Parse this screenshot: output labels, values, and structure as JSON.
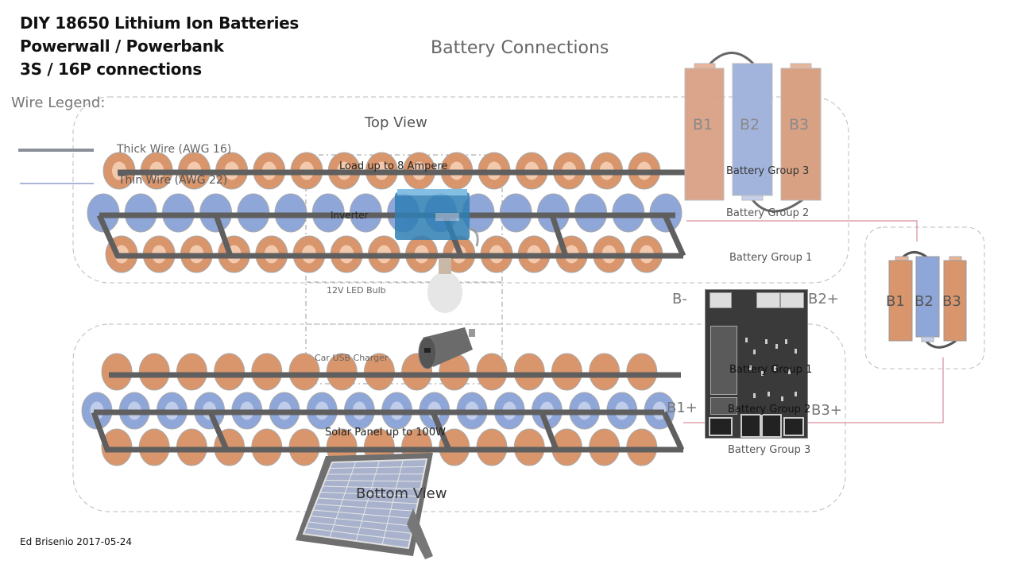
{
  "header": {
    "title_lines": [
      "DIY 18650 Lithium Ion Batteries",
      "Powerwall / Powerbank",
      "3S / 16P connections"
    ],
    "diagram_title": "Battery Connections"
  },
  "legend": {
    "title": "Wire Legend:",
    "items": [
      {
        "label": "Thick Wire (AWG 16)",
        "color": "#8a9099"
      },
      {
        "label": "Thin Wire (AWG 22)",
        "color": "#a9b7d4"
      }
    ]
  },
  "views": {
    "top": "Top View",
    "bottom": "Bottom View"
  },
  "loads": {
    "load_limit": "Load up to 8 Ampere",
    "inverter": "Inverter",
    "bulb": "12V LED Bulb",
    "car_charger": "Car USB Charger",
    "solar_panel": "Solar Panel up to 100W"
  },
  "cells": {
    "orange": "#d9956b",
    "orange_inner": "#f3c9ae",
    "blue": "#8fa6d8",
    "blue_inner": "#c0cdea",
    "wire": "#5f5f5f",
    "per_row": 16
  },
  "battery_groups": {
    "top_view": [
      "Battery Group 3",
      "Battery Group 2",
      "Battery Group 1"
    ],
    "bms": [
      "Battery Group 1",
      "Battery Group 2",
      "Battery Group 3"
    ]
  },
  "batteries": {
    "labels": [
      "B1",
      "B2",
      "B3"
    ],
    "colors": [
      "#d9a184",
      "#a3b4dc",
      "#d9a184"
    ]
  },
  "bms_terminals": {
    "b_minus": "B-",
    "b2_plus": "B2+",
    "b1_plus": "B1+",
    "b3_plus": "B3+"
  },
  "footer": {
    "author": "Ed Brisenio 2017-05-24"
  }
}
